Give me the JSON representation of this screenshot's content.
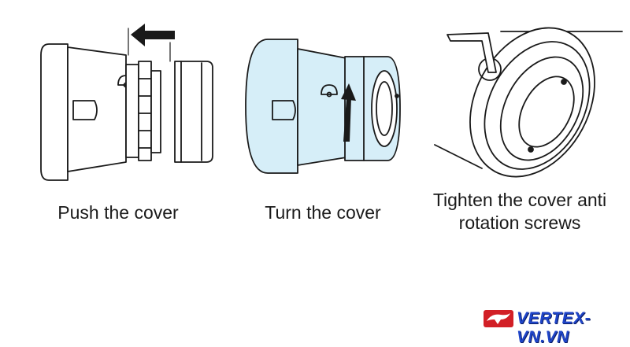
{
  "steps": [
    {
      "caption": "Push the cover"
    },
    {
      "caption": "Turn the cover"
    },
    {
      "caption": "Tighten the cover anti rotation screws"
    }
  ],
  "logo": {
    "text": "VERTEX-VN.VN",
    "icon": "eagle-logo-icon"
  },
  "colors": {
    "line": "#1a1a1a",
    "highlight_fill": "#d6eef8",
    "logo_red": "#d21f26",
    "logo_blue": "#1f45c8"
  }
}
